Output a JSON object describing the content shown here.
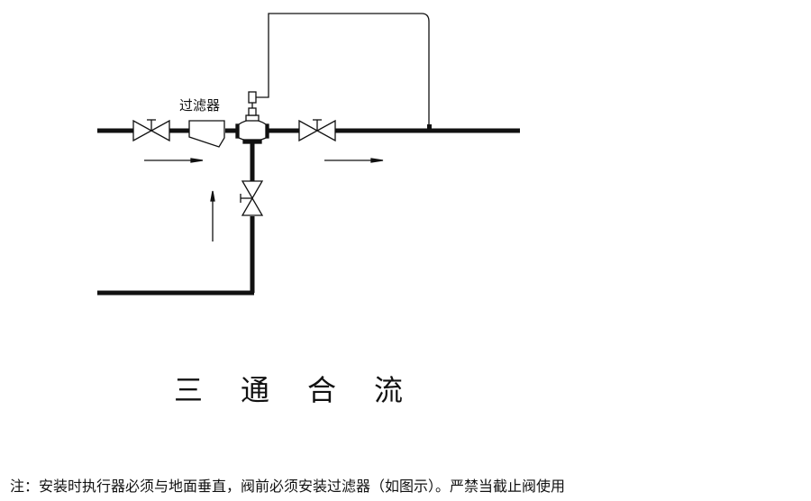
{
  "diagram": {
    "filter_label": "过滤器",
    "title_chars": [
      "三",
      "通",
      "合",
      "流"
    ],
    "note": "注：安装时执行器必须与地面垂直，阀前必须安装过滤器（如图示）。严禁当截止阀使用"
  }
}
